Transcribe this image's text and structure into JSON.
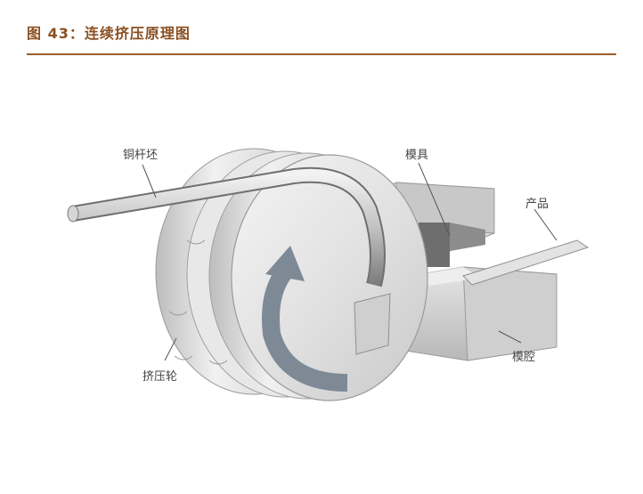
{
  "figure": {
    "title": "图 43：连续挤压原理图"
  },
  "labels": {
    "copper_rod": "铜杆坯",
    "die": "模具",
    "product": "产品",
    "extrusion_wheel": "挤压轮",
    "die_cavity": "模腔"
  },
  "colors": {
    "title": "#8a4f20",
    "rule": "#9b5e2b",
    "arrow": "#7d8a96"
  }
}
